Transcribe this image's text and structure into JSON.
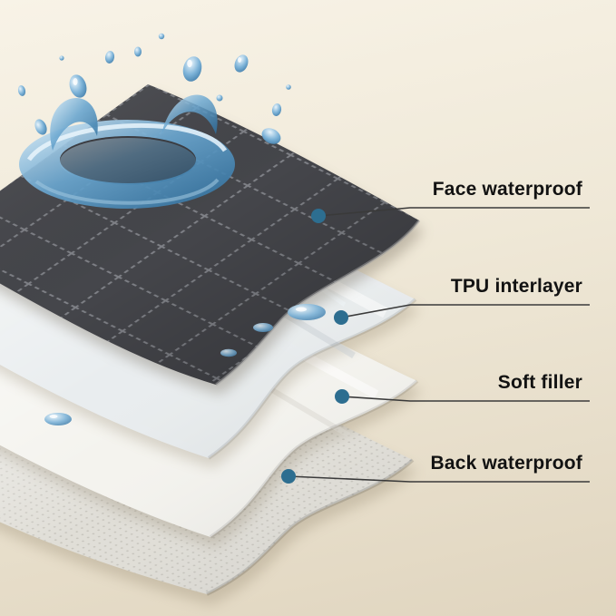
{
  "colors": {
    "dot": "#2d6e90",
    "leader_line": "#3a3a3a",
    "label_text": "#121212",
    "bg_top": "#f8f3e7",
    "bg_bottom": "#e0d5bf",
    "face_layer": "#45464b",
    "tpu_layer": "#e9edef",
    "filler_layer": "#f4f3ee",
    "back_layer": "#e0ded7",
    "water": "#4f93c0"
  },
  "callouts": [
    {
      "id": "face-waterproof",
      "text": "Face waterproof"
    },
    {
      "id": "tpu-interlayer",
      "text": "TPU interlayer"
    },
    {
      "id": "soft-filler",
      "text": "Soft filler"
    },
    {
      "id": "back-waterproof",
      "text": "Back waterproof"
    }
  ]
}
